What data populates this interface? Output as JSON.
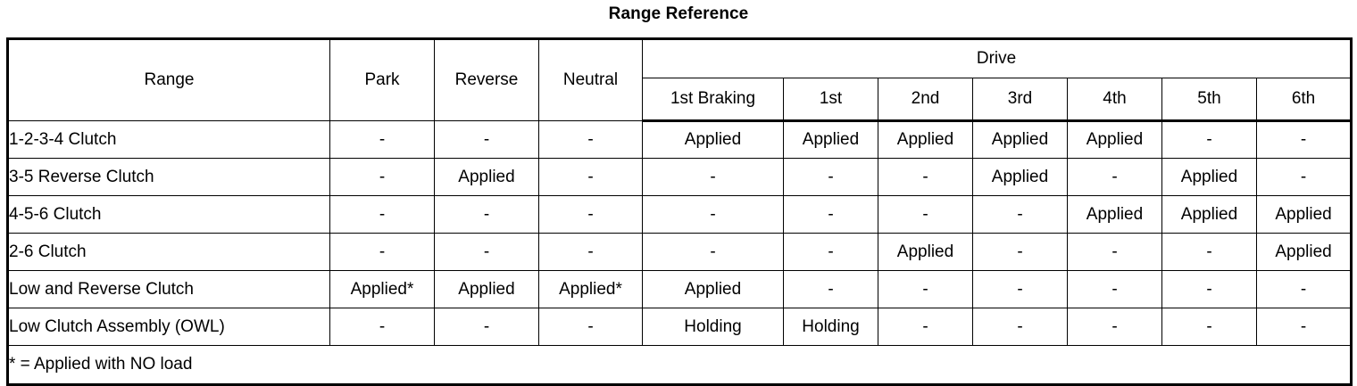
{
  "document": {
    "title": "Range Reference"
  },
  "table": {
    "row_header_label": "Range",
    "group_header": "Drive",
    "columns": [
      "Range",
      "Park",
      "Reverse",
      "Neutral",
      "1st Braking",
      "1st",
      "2nd",
      "3rd",
      "4th",
      "5th",
      "6th"
    ],
    "simple_columns": [
      "Park",
      "Reverse",
      "Neutral"
    ],
    "drive_columns": [
      "1st Braking",
      "1st",
      "2nd",
      "3rd",
      "4th",
      "5th",
      "6th"
    ],
    "rows": [
      {
        "label": "1-2-3-4 Clutch",
        "cells": [
          "-",
          "-",
          "-",
          "Applied",
          "Applied",
          "Applied",
          "Applied",
          "Applied",
          "-",
          "-"
        ]
      },
      {
        "label": "3-5 Reverse Clutch",
        "cells": [
          "-",
          "Applied",
          "-",
          "-",
          "-",
          "-",
          "Applied",
          "-",
          "Applied",
          "-"
        ]
      },
      {
        "label": "4-5-6 Clutch",
        "cells": [
          "-",
          "-",
          "-",
          "-",
          "-",
          "-",
          "-",
          "Applied",
          "Applied",
          "Applied"
        ]
      },
      {
        "label": "2-6 Clutch",
        "cells": [
          "-",
          "-",
          "-",
          "-",
          "-",
          "Applied",
          "-",
          "-",
          "-",
          "Applied"
        ]
      },
      {
        "label": "Low and Reverse Clutch",
        "cells": [
          "Applied*",
          "Applied",
          "Applied*",
          "Applied",
          "-",
          "-",
          "-",
          "-",
          "-",
          "-"
        ]
      },
      {
        "label": "Low Clutch Assembly (OWL)",
        "cells": [
          "-",
          "-",
          "-",
          "Holding",
          "Holding",
          "-",
          "-",
          "-",
          "-",
          "-"
        ]
      }
    ],
    "footnote": "* = Applied with NO load"
  },
  "colors": {
    "text": "#000000",
    "background": "#ffffff",
    "rule": "#000000"
  }
}
